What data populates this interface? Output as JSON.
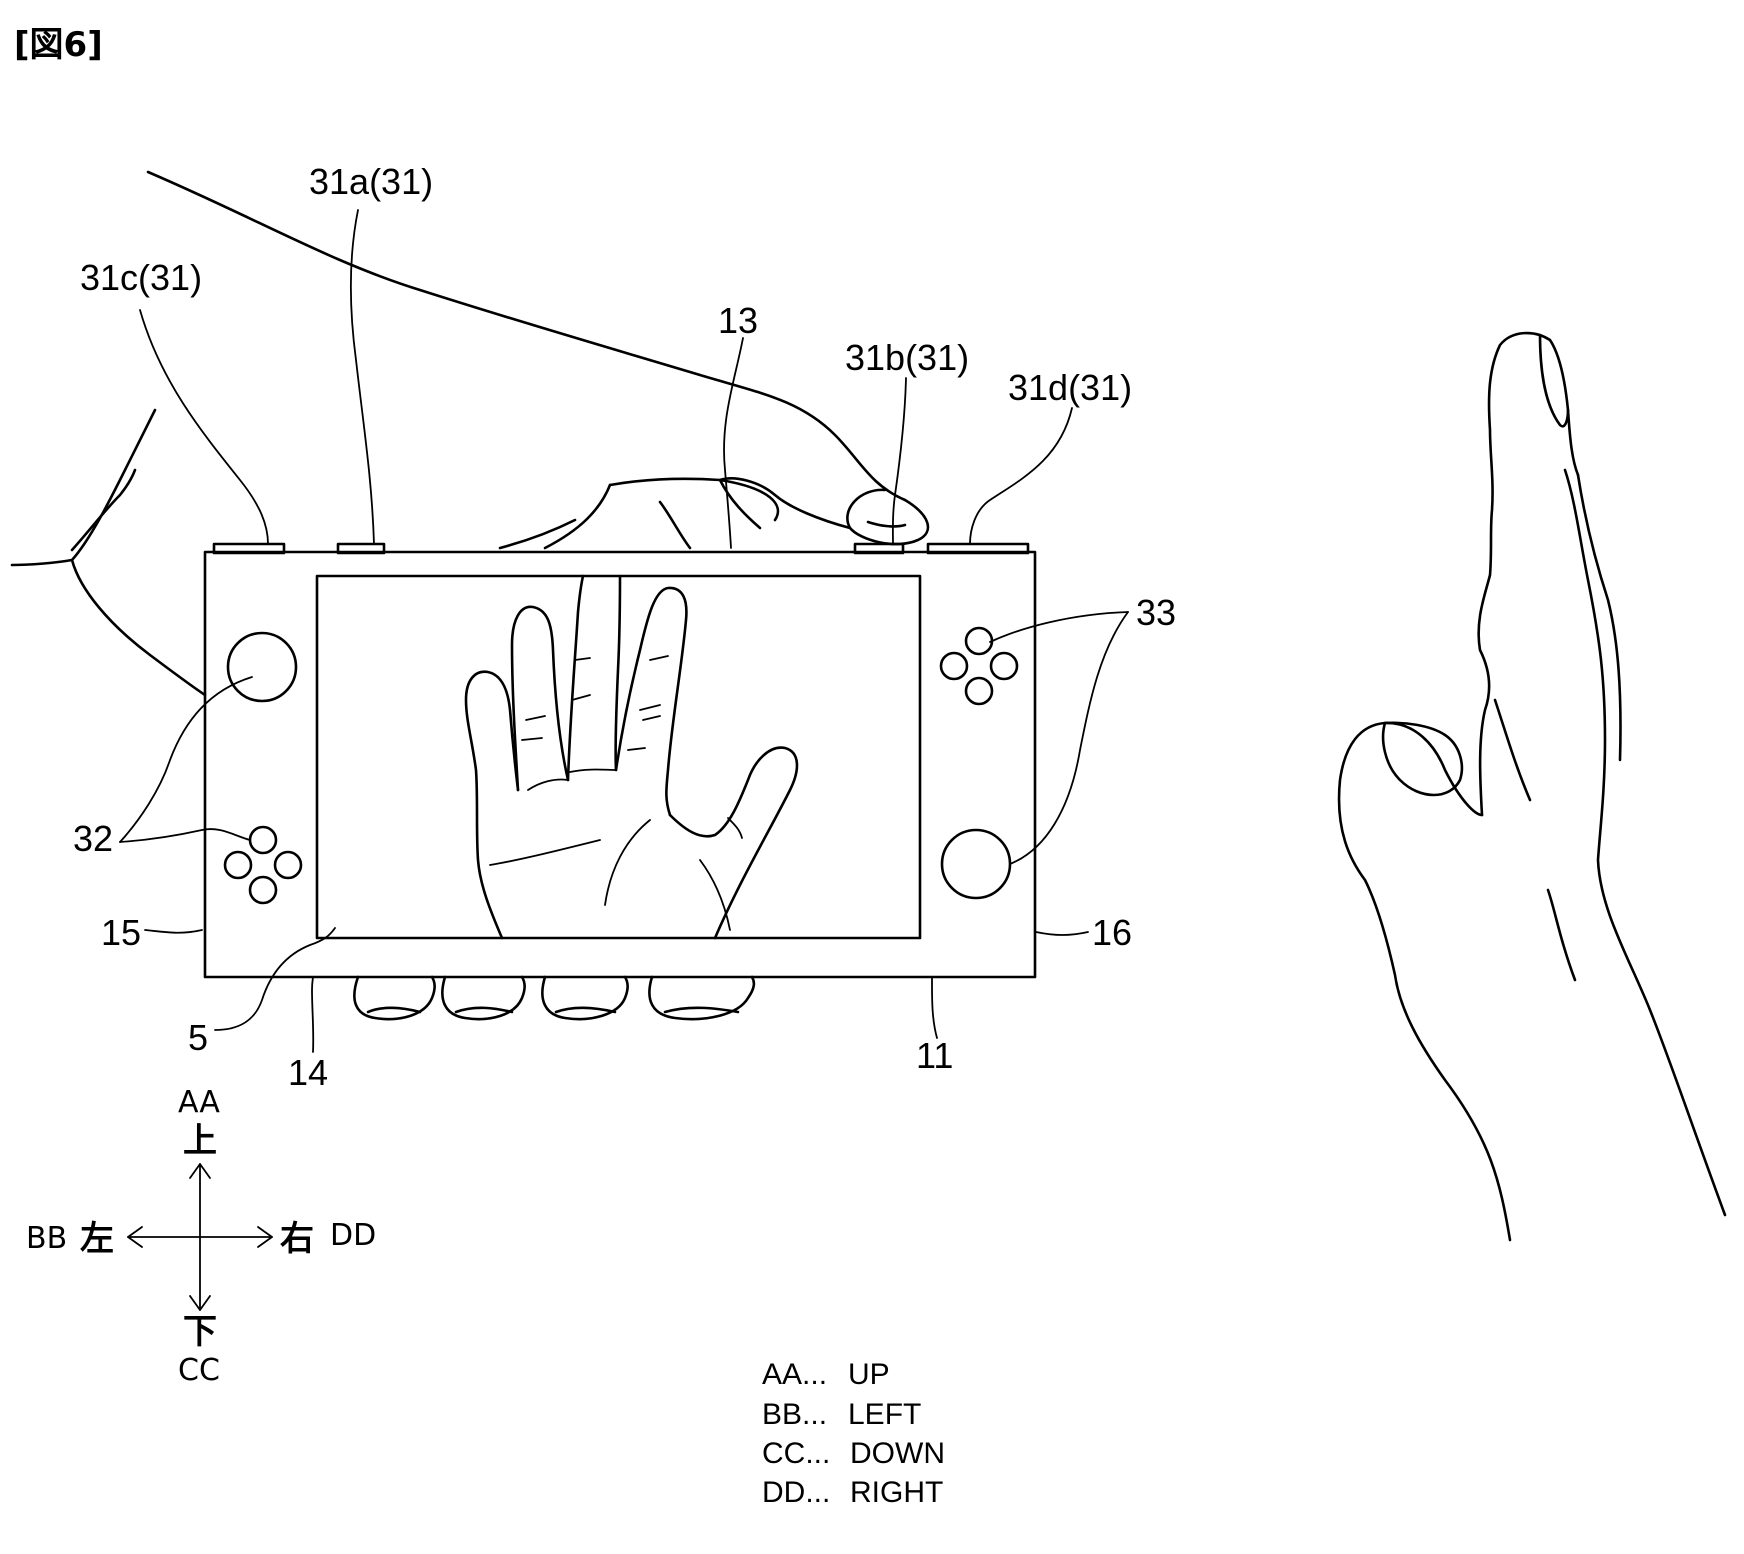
{
  "figure": {
    "label": "[図6]"
  },
  "refs": {
    "r31a": "31a(31)",
    "r31c": "31c(31)",
    "r13": "13",
    "r31b": "31b(31)",
    "r31d": "31d(31)",
    "r33": "33",
    "r32": "32",
    "r15": "15",
    "r16": "16",
    "r5": "5",
    "r14": "14",
    "r11": "11"
  },
  "directions": {
    "up_code": "AA",
    "up_kanji": "上",
    "left_code": "BB",
    "left_kanji": "左",
    "right_code": "DD",
    "right_kanji": "右",
    "down_code": "CC",
    "down_kanji": "下"
  },
  "legend": [
    {
      "code": "AA...",
      "meaning": "UP"
    },
    {
      "code": "BB...",
      "meaning": "LEFT"
    },
    {
      "code": "CC...",
      "meaning": "DOWN"
    },
    {
      "code": "DD...",
      "meaning": "RIGHT"
    }
  ]
}
